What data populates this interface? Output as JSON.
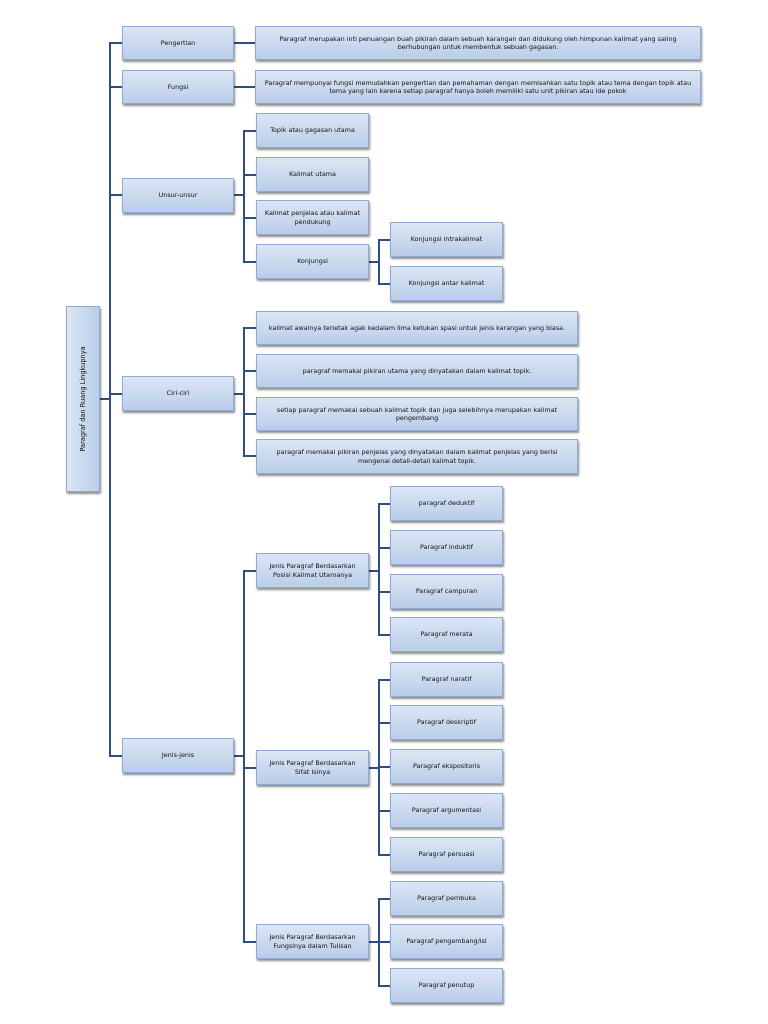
{
  "root": {
    "label": "Paragraf dan Ruang Lingkupnya"
  },
  "pengertian": {
    "label": "Pengertian",
    "detail": "Paragraf merupakan inti penuangan buah pikiran dalam sebuah karangan dan didukung oleh himpunan kalimat yang saling berhubungan untuk membentuk sebuah gagasan."
  },
  "fungsi": {
    "label": "Fungsi",
    "detail": "Paragraf mempunyai fungsi memudahkan pengertian dan pemahaman dengan memisahkan satu topik atau tema dengan topik atau tema yang lain karena setiap paragraf hanya boleh memiliki satu unit pikiran atau ide pokok"
  },
  "unsur": {
    "label": "Unsur-unsur",
    "items": [
      "Topik atau gagasan utama",
      "Kalimat utama",
      "Kalimat penjelas atau kalimat pendukung",
      "Konjungsi"
    ],
    "konjungsi": [
      "Konjungsi intrakalimat",
      "Konjungsi antar kalimat"
    ]
  },
  "ciri": {
    "label": "Ciri-ciri",
    "items": [
      "kalimat awalnya terletak agak kedalam lima ketukan spasi untuk jenis karangan yang biasa.",
      "paragraf memakai pikiran utama yang dinyatakan dalam kalimat topik.",
      "setiap paragraf memakai sebuah kalimat topik dan juga selebihnya merupakan kalimat pengembang",
      "paragraf memakai pikiran penjelas yang dinyatakan dalam kalimat penjelas yang berisi mengenai detail-detail kalimat topik."
    ]
  },
  "jenis": {
    "label": "Jenis-jenis",
    "groups": [
      {
        "label": "Jenis Paragraf Berdasarkan Posisi Kalimat Utamanya",
        "items": [
          "paragraf deduktif",
          "Paragraf induktif",
          "Paragraf campuran",
          "Paragraf merata"
        ]
      },
      {
        "label": "Jenis Paragraf Berdasarkan Sifat Isinya",
        "items": [
          "Paragraf naratif",
          "Paragraf deskriptif",
          "Paragraf ekspositoris",
          "Paragraf argumentasi",
          "Paragraf persuasi"
        ]
      },
      {
        "label": "Jenis Paragraf Berdasarkan Fungsinya dalam Tulisan",
        "items": [
          "Paragraf pembuka",
          "Paragraf pengembang/isi",
          "Paragraf penutup"
        ]
      }
    ]
  },
  "colors": {
    "connector": "#2f4f83",
    "node_fill": "#c9d8ee",
    "node_border": "#8eaad6"
  }
}
